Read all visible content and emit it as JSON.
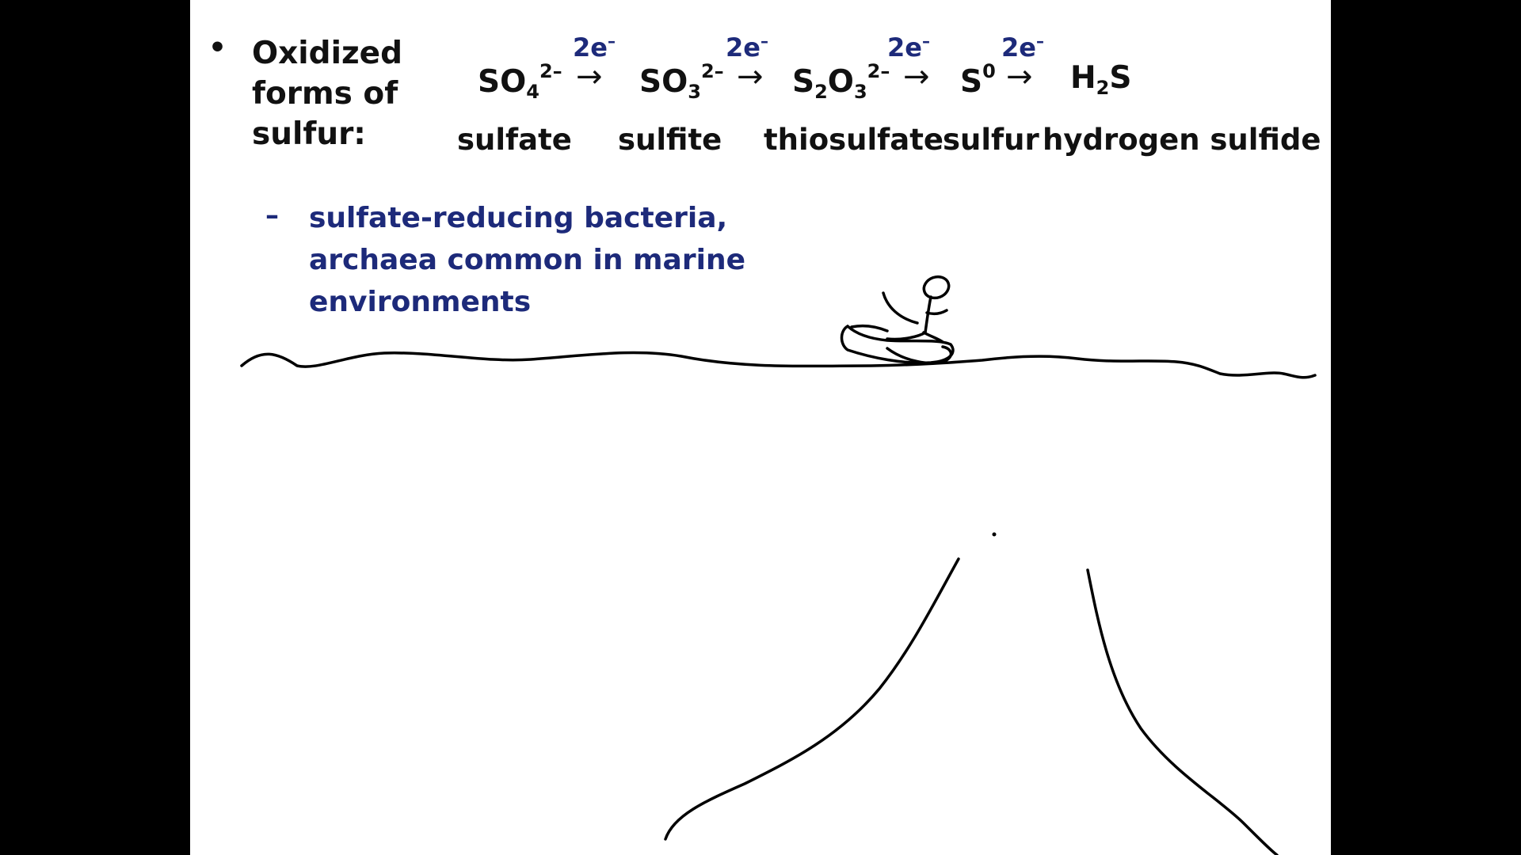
{
  "slide": {
    "bullet": "•",
    "heading_lines": [
      "Oxidized",
      "forms of",
      "sulfur:"
    ],
    "reaction": {
      "species": [
        {
          "base": "SO",
          "sub": "4",
          "sup": "2–"
        },
        {
          "base": "SO",
          "sub": "3",
          "sup": "2–"
        },
        {
          "base": "S",
          "sub": "2",
          "mid": "O",
          "sub2": "3",
          "sup": "2–"
        },
        {
          "base": "S",
          "sup": "0"
        },
        {
          "base": "H",
          "sub": "2",
          "tail": "S"
        }
      ],
      "arrow": "→",
      "electron_label": {
        "value": "2e",
        "sup": "–"
      },
      "names": [
        "sulfate",
        "sulfite",
        "thiosulfate",
        "sulfur",
        "hydrogen sulfide"
      ]
    },
    "sub_bullet": {
      "marker": "–",
      "lines": [
        "sulfate-reducing bacteria,",
        "archaea common in marine",
        "environments"
      ]
    },
    "colors": {
      "text": "#111111",
      "accent": "#1d2a7a",
      "background": "#ffffff",
      "frame": "#000000"
    }
  }
}
